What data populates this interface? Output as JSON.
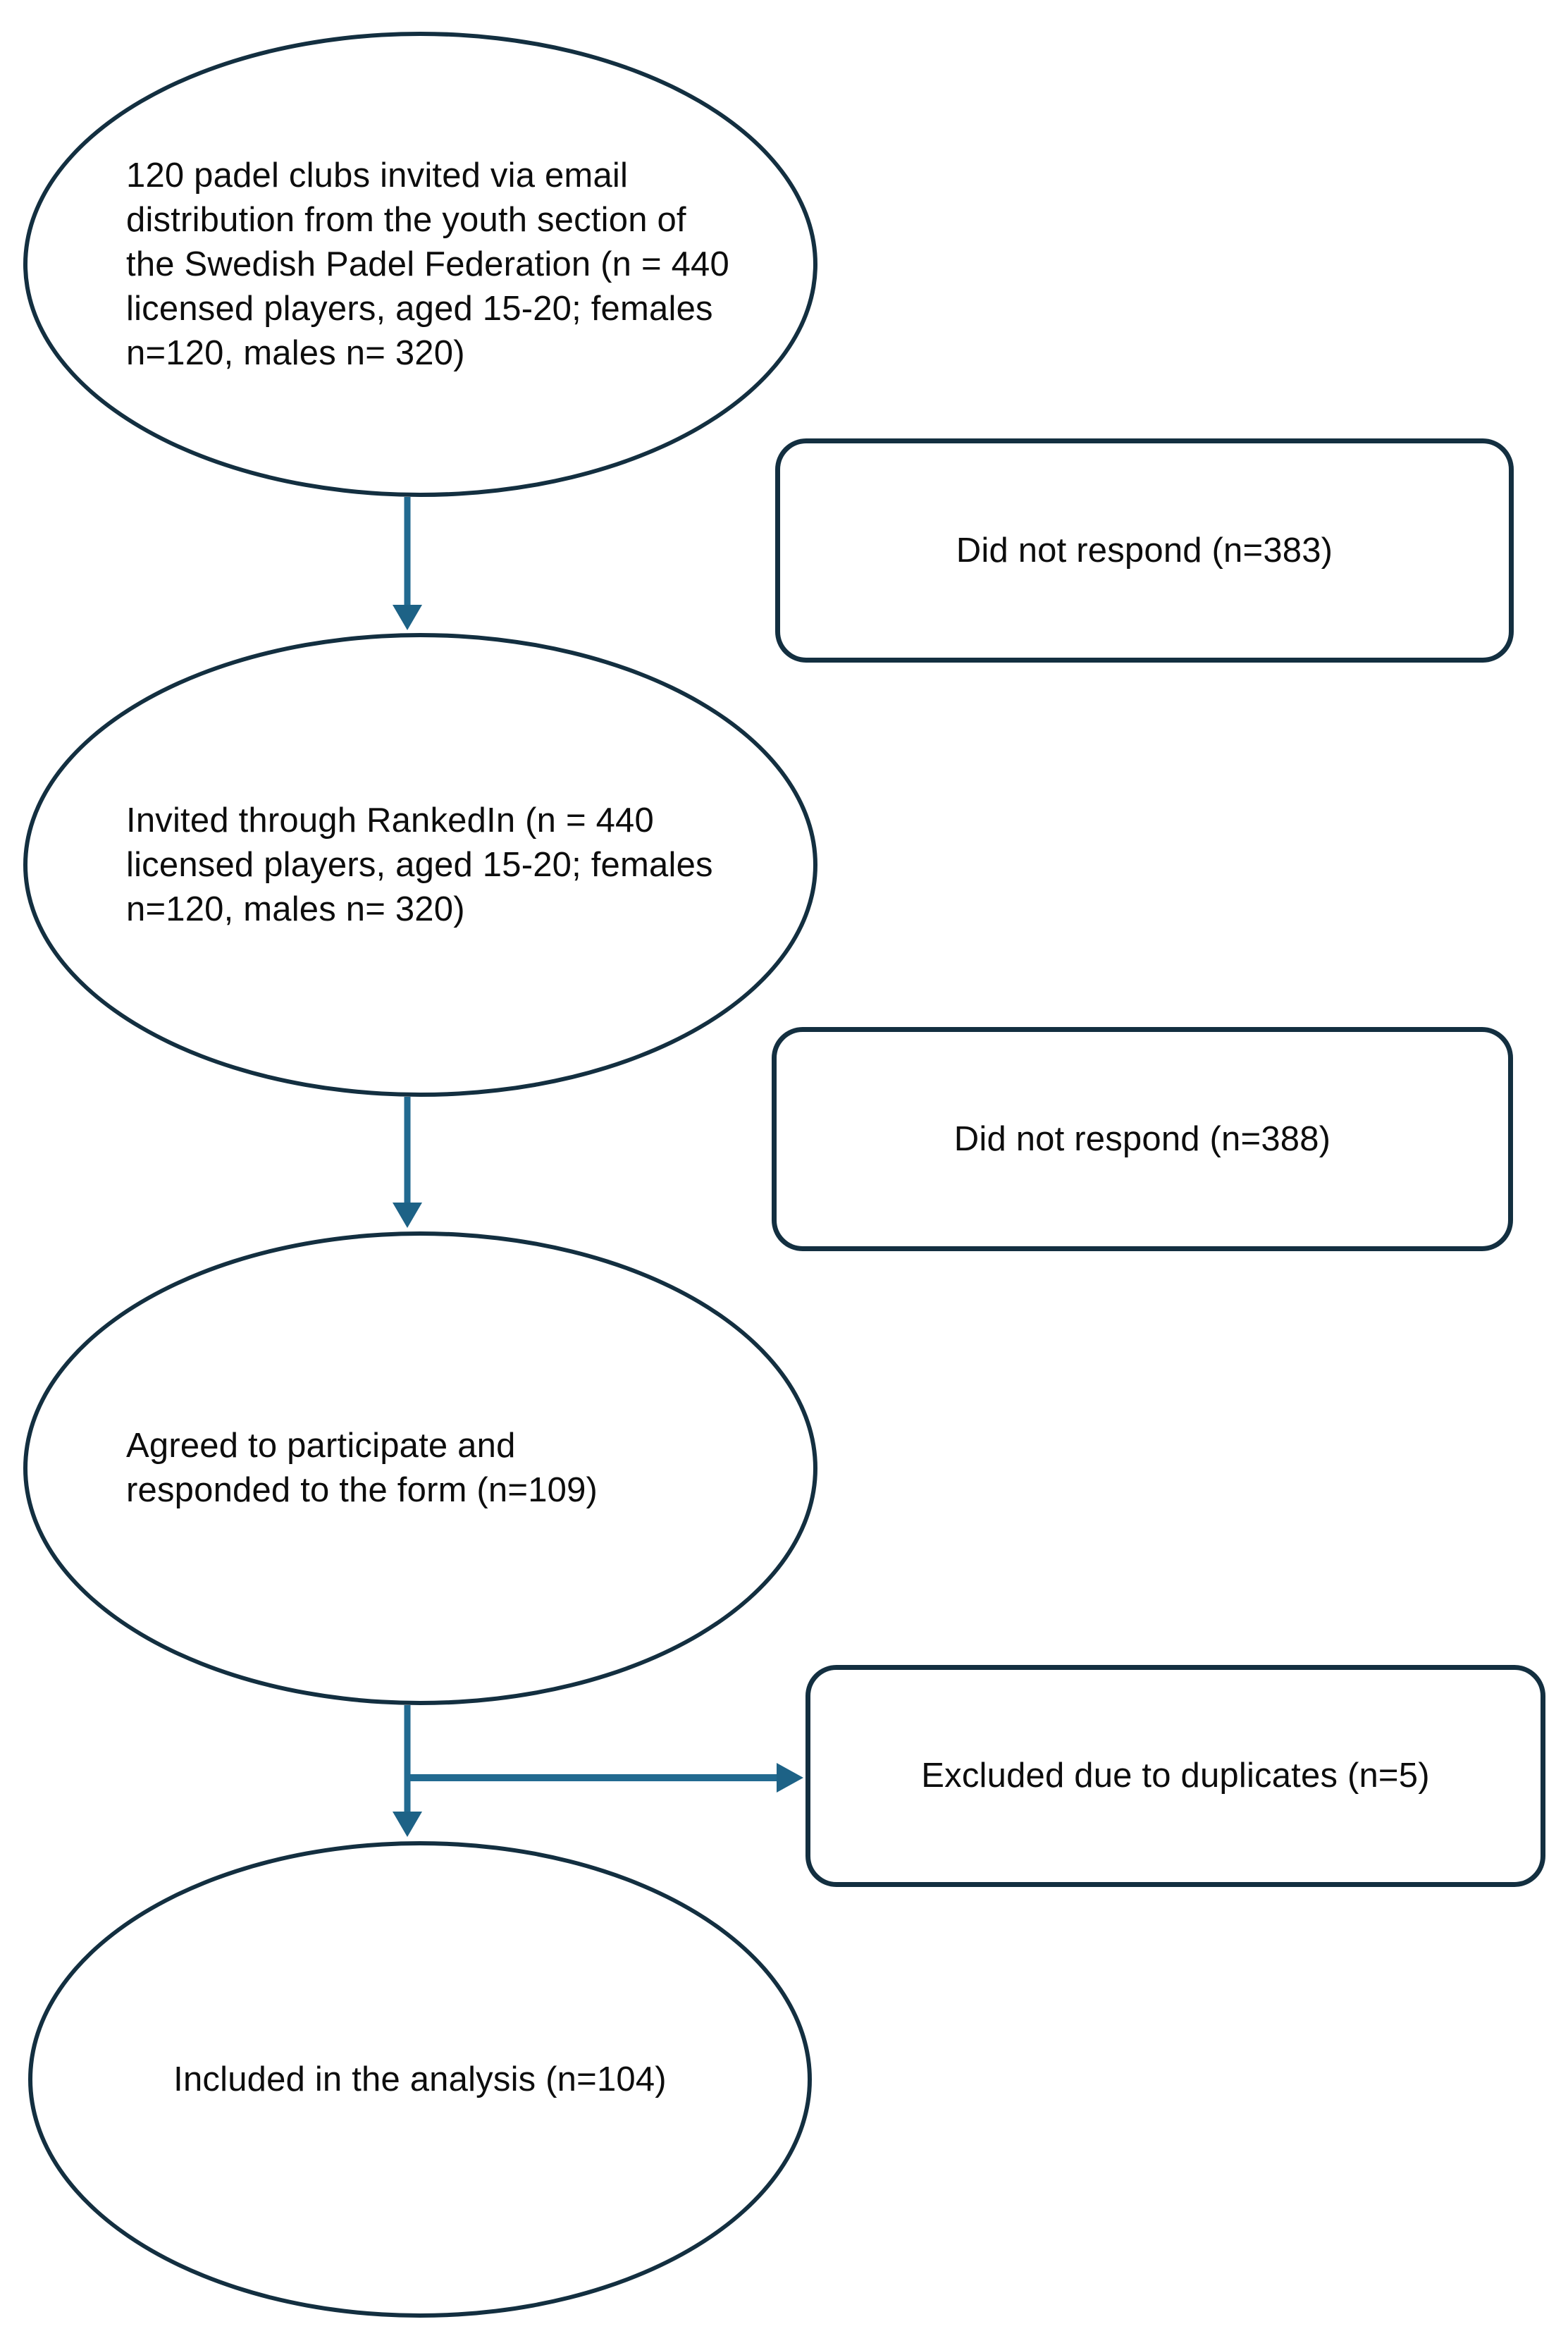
{
  "diagram": {
    "type": "participant-flow-chart",
    "flow_nodes": [
      {
        "id": "email-invitation",
        "shape": "ellipse",
        "lines": [
          "120 padel clubs invited via email",
          "distribution from the youth section of",
          "the Swedish Padel Federation (n = 440",
          "licensed players, aged 15-20; females",
          "n=120, males n= 320)"
        ]
      },
      {
        "id": "rankedin-invitation",
        "shape": "ellipse",
        "lines": [
          "Invited through RankedIn (n = 440",
          "licensed players, aged 15-20; females",
          "n=120, males n= 320)"
        ]
      },
      {
        "id": "agreed-to-participate",
        "shape": "ellipse",
        "lines": [
          "Agreed to participate and",
          "responded to the form (n=109)"
        ]
      },
      {
        "id": "included-in-analysis",
        "shape": "ellipse",
        "lines": [
          "Included in the analysis (n=104)"
        ]
      }
    ],
    "side_boxes": [
      {
        "id": "did-not-respond-email",
        "label": "Did not respond (n=383)"
      },
      {
        "id": "did-not-respond-rankedin",
        "label": "Did not respond (n=388)"
      },
      {
        "id": "excluded-duplicates",
        "label": "Excluded due to duplicates (n=5)"
      }
    ],
    "colors": {
      "shape_stroke": "#132f40",
      "arrow_stem": "#226a90",
      "arrow_head": "#1d6286",
      "text": "#0d0d0d",
      "background": "#ffffff"
    }
  }
}
